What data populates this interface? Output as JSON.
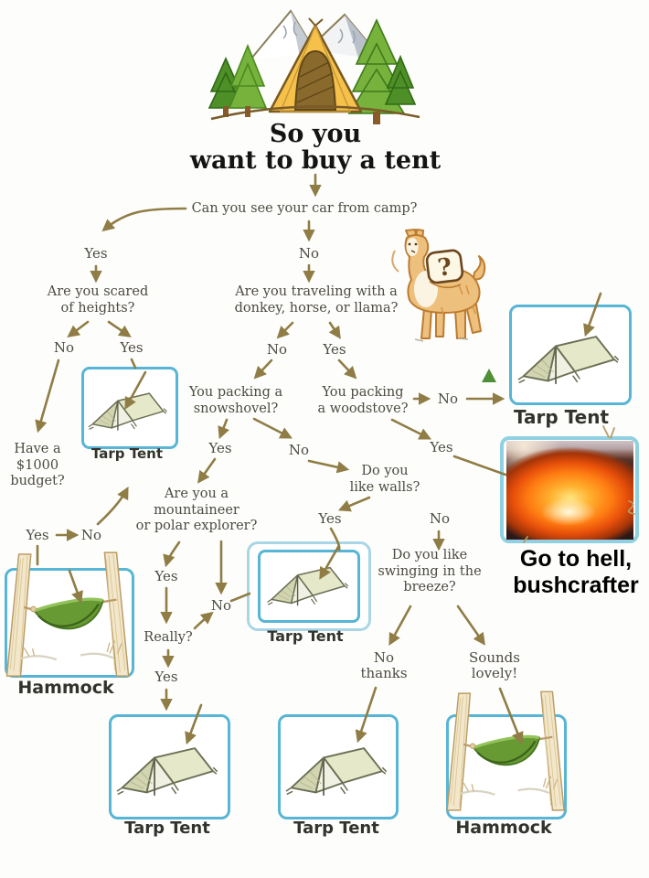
{
  "title": {
    "line1": "So you",
    "line2": "want to buy a tent"
  },
  "questions": {
    "car": "Can you see your car from camp?",
    "heights": "Are you scared\nof heights?",
    "animal": "Are you traveling with a\ndonkey, horse, or llama?",
    "snowshovel": "You packing a\nsnowshovel?",
    "woodstove": "You packing\na woodstove?",
    "budget": "Have a\n$1000\nbudget?",
    "mountaineer": "Are you a\nmountaineer\nor polar explorer?",
    "really": "Really?",
    "walls": "Do you\nlike walls?",
    "breeze": "Do you like\nswinging in the\nbreeze?"
  },
  "answers": {
    "yes": "Yes",
    "no": "No",
    "no_thanks": "No\nthanks",
    "sounds_lovely": "Sounds\nlovely!"
  },
  "results": {
    "tarp_tent": "Tarp Tent",
    "hammock": "Hammock"
  },
  "meme": {
    "line1": "Go to hell,",
    "line2": "bushcrafter"
  },
  "llama_pack_symbol": "?",
  "colors": {
    "arrow": "#8f7d45",
    "flow_text": "#4c4a42",
    "box_border": "#57b5d5",
    "box_border_light": "#a8d6e6",
    "meme_text": "#000000",
    "crater_orange": "#ff7d12",
    "hammock_green": "#679a33",
    "tent_fill": "#e6e8ca"
  }
}
